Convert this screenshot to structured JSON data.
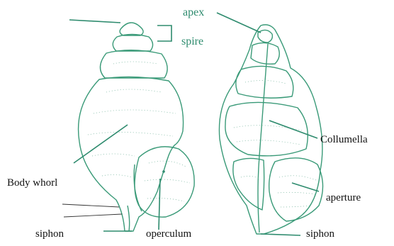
{
  "labels": {
    "apex": "apex",
    "spire": "spire",
    "columella": "Collumella",
    "body_whorl": "Body whorl",
    "aperture": "aperture",
    "siphon_left": "siphon",
    "operculum": "operculum",
    "siphon_right": "siphon"
  },
  "colors": {
    "label_green": "#2e8b6e",
    "label_black": "#111111",
    "outline_green": "#3a9a78",
    "stipple": "#7fb9a3"
  }
}
